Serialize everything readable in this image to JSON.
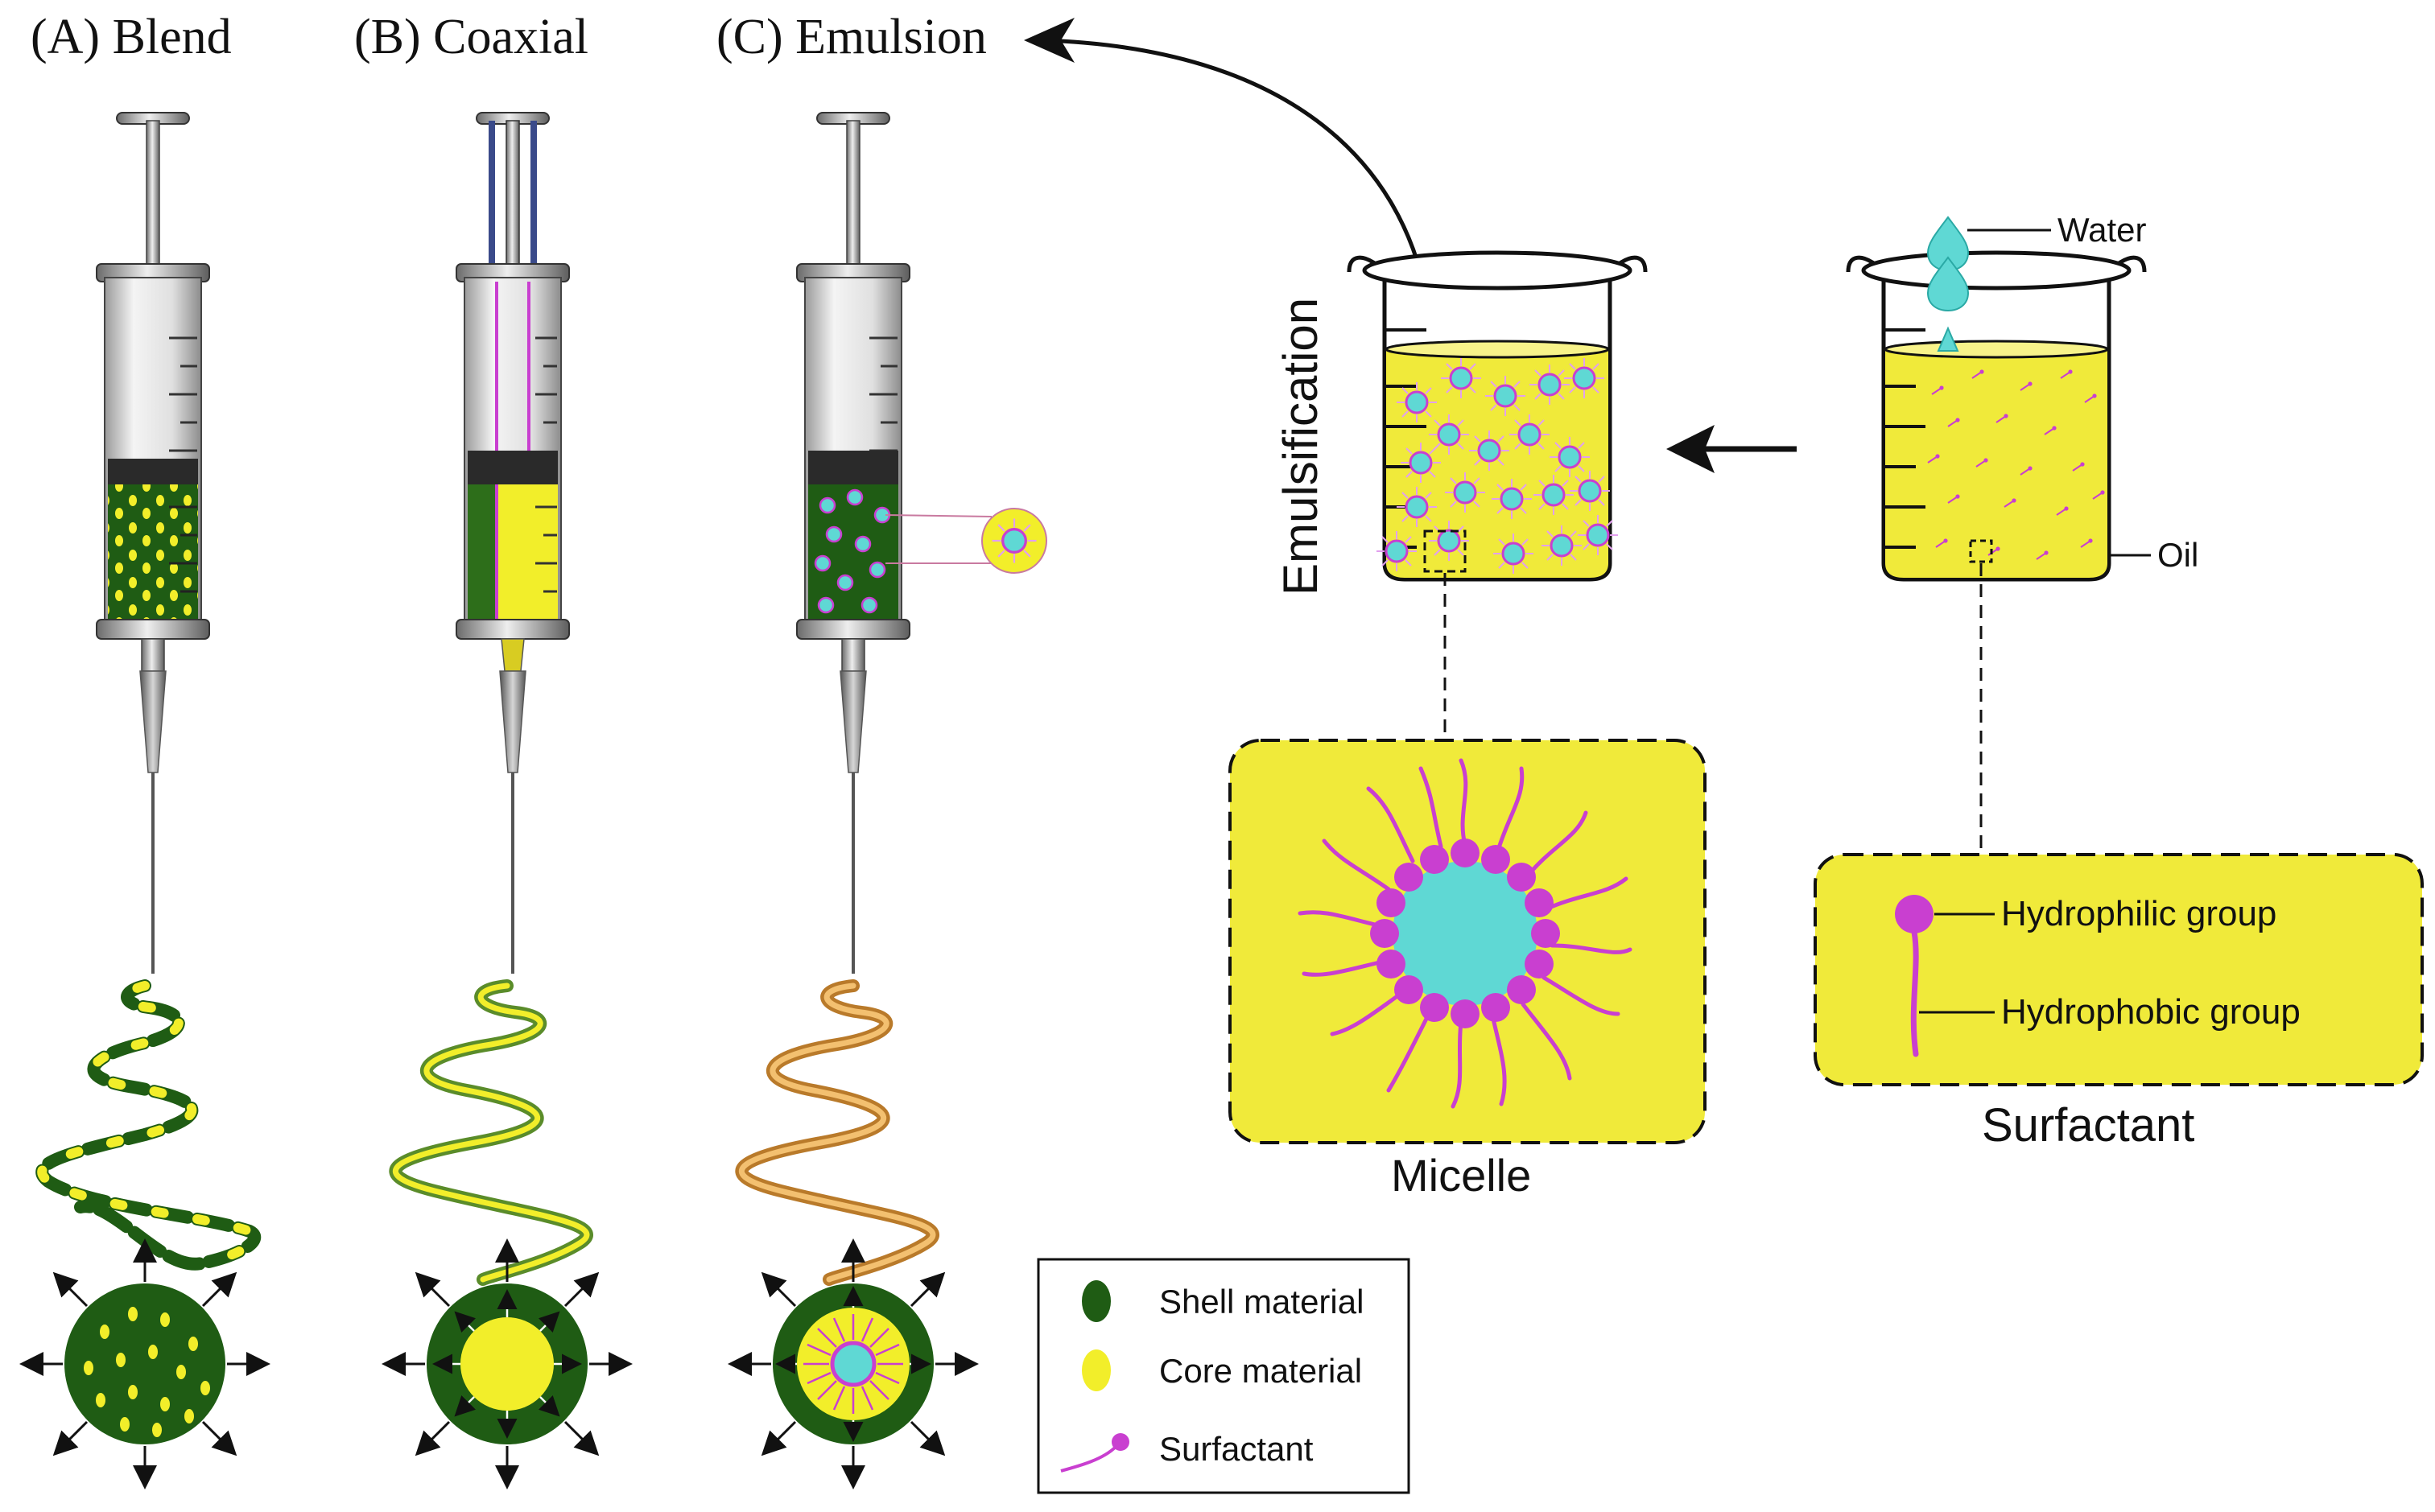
{
  "titles": {
    "blend": "(A) Blend",
    "coaxial": "(B) Coaxial",
    "emulsion": "(C) Emulsion"
  },
  "beakers": {
    "emulsification_label": "Emulsification",
    "water_label": "Water",
    "oil_label": "Oil"
  },
  "insets": {
    "micelle_label": "Micelle",
    "surfactant_label": "Surfactant",
    "hydrophilic_label": "Hydrophilic group",
    "hydrophobic_label": "Hydrophobic group"
  },
  "legend": {
    "shell": "Shell material",
    "core": "Core material",
    "surfactant": "Surfactant"
  },
  "colors": {
    "shell": "#1f5c14",
    "core": "#f2ee2a",
    "oil": "#f0ea3a",
    "water": "#5fd8d4",
    "surfactant": "#c93fd0",
    "fiber_emulsion": "#e29a3c"
  },
  "icons": {
    "syringe": "syringe-icon",
    "beaker": "beaker-icon",
    "arrow": "arrow-icon"
  }
}
